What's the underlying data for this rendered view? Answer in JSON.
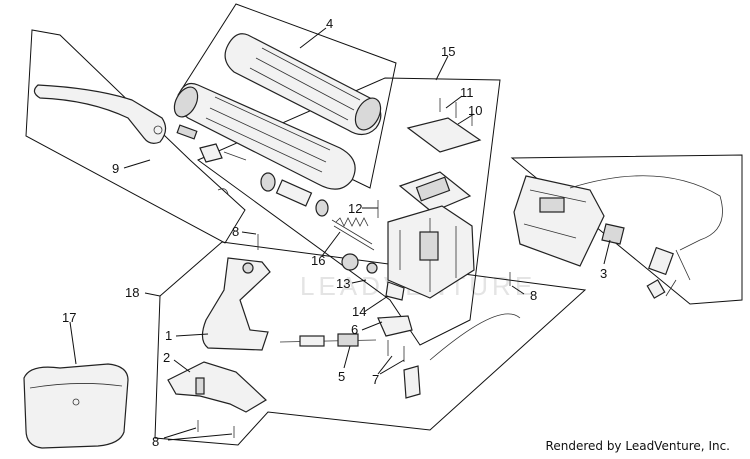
{
  "watermark": "LEADVENTURE",
  "credit": "Rendered by LeadVenture, Inc.",
  "callouts": [
    {
      "id": "c4",
      "text": "4"
    },
    {
      "id": "c15",
      "text": "15"
    },
    {
      "id": "c11",
      "text": "11"
    },
    {
      "id": "c10",
      "text": "10"
    },
    {
      "id": "c9",
      "text": "9"
    },
    {
      "id": "c12",
      "text": "12"
    },
    {
      "id": "c8a",
      "text": "8"
    },
    {
      "id": "c16",
      "text": "16"
    },
    {
      "id": "c13",
      "text": "13"
    },
    {
      "id": "c3",
      "text": "3"
    },
    {
      "id": "c8b",
      "text": "8"
    },
    {
      "id": "c18",
      "text": "18"
    },
    {
      "id": "c14",
      "text": "14"
    },
    {
      "id": "c17",
      "text": "17"
    },
    {
      "id": "c1",
      "text": "1"
    },
    {
      "id": "c6",
      "text": "6"
    },
    {
      "id": "c2",
      "text": "2"
    },
    {
      "id": "c5",
      "text": "5"
    },
    {
      "id": "c7",
      "text": "7"
    },
    {
      "id": "c8c",
      "text": "8"
    }
  ]
}
